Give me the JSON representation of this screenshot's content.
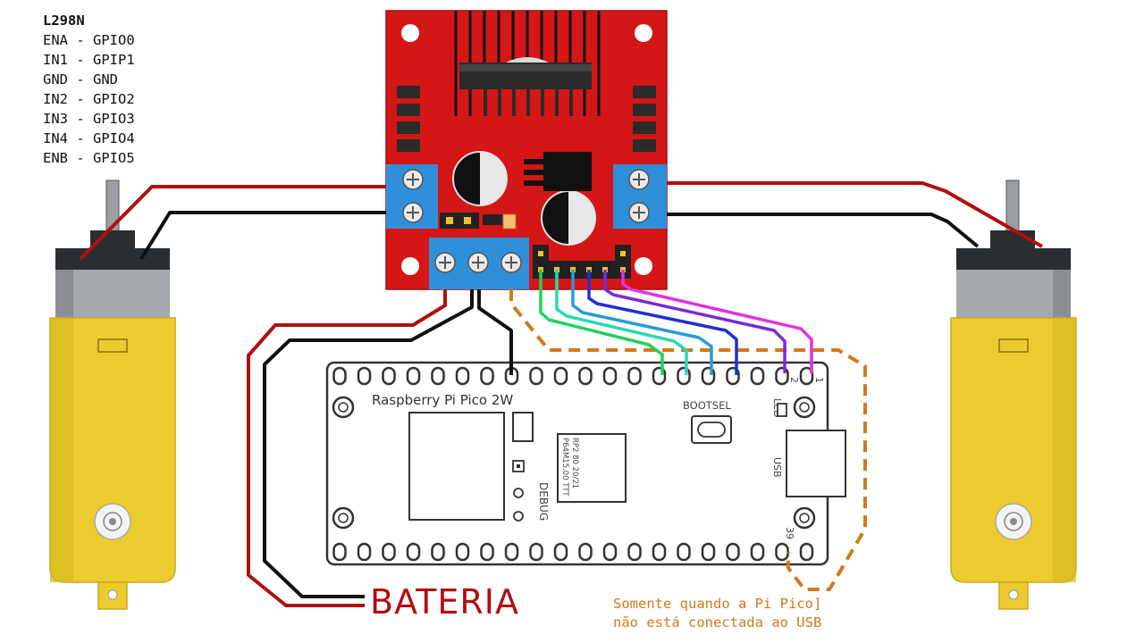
{
  "legend": {
    "header": "L298N",
    "pins": [
      "ENA - GPIO0",
      "IN1 - GPIP1",
      "GND - GND",
      "IN2 - GPIO2",
      "IN3 - GPIO3",
      "IN4 - GPIO4",
      "ENB - GPIO5"
    ]
  },
  "pico": {
    "board_label": "Raspberry Pi Pico 2W",
    "bootsel_label": "BOOTSEL",
    "led_label": "LED",
    "usb_label": "USB",
    "debug_label": "DEBUG",
    "chip_line1": "RP2 80  20/21",
    "chip_line2": "P64M15.00 TTT",
    "pin_num_top_1": "1",
    "pin_num_top_2": "2",
    "pin_num_bottom": "39"
  },
  "battery": {
    "label": "BATERIA"
  },
  "note": {
    "line1": "Somente quando a Pi Pico]",
    "line2": "não está conectada ao USB"
  },
  "colors": {
    "power_wire": "#b20d12",
    "ground_wire": "#111111",
    "board_red": "#d41616",
    "terminal_blue": "#2f8fd8",
    "note_orange": "#d07a1c",
    "motor_yellow": "#eccb2f",
    "signal_wires": [
      "#22d05c",
      "#2ad9b0",
      "#2a9ad8",
      "#2030d0",
      "#7a2ad8",
      "#e032e0"
    ]
  }
}
